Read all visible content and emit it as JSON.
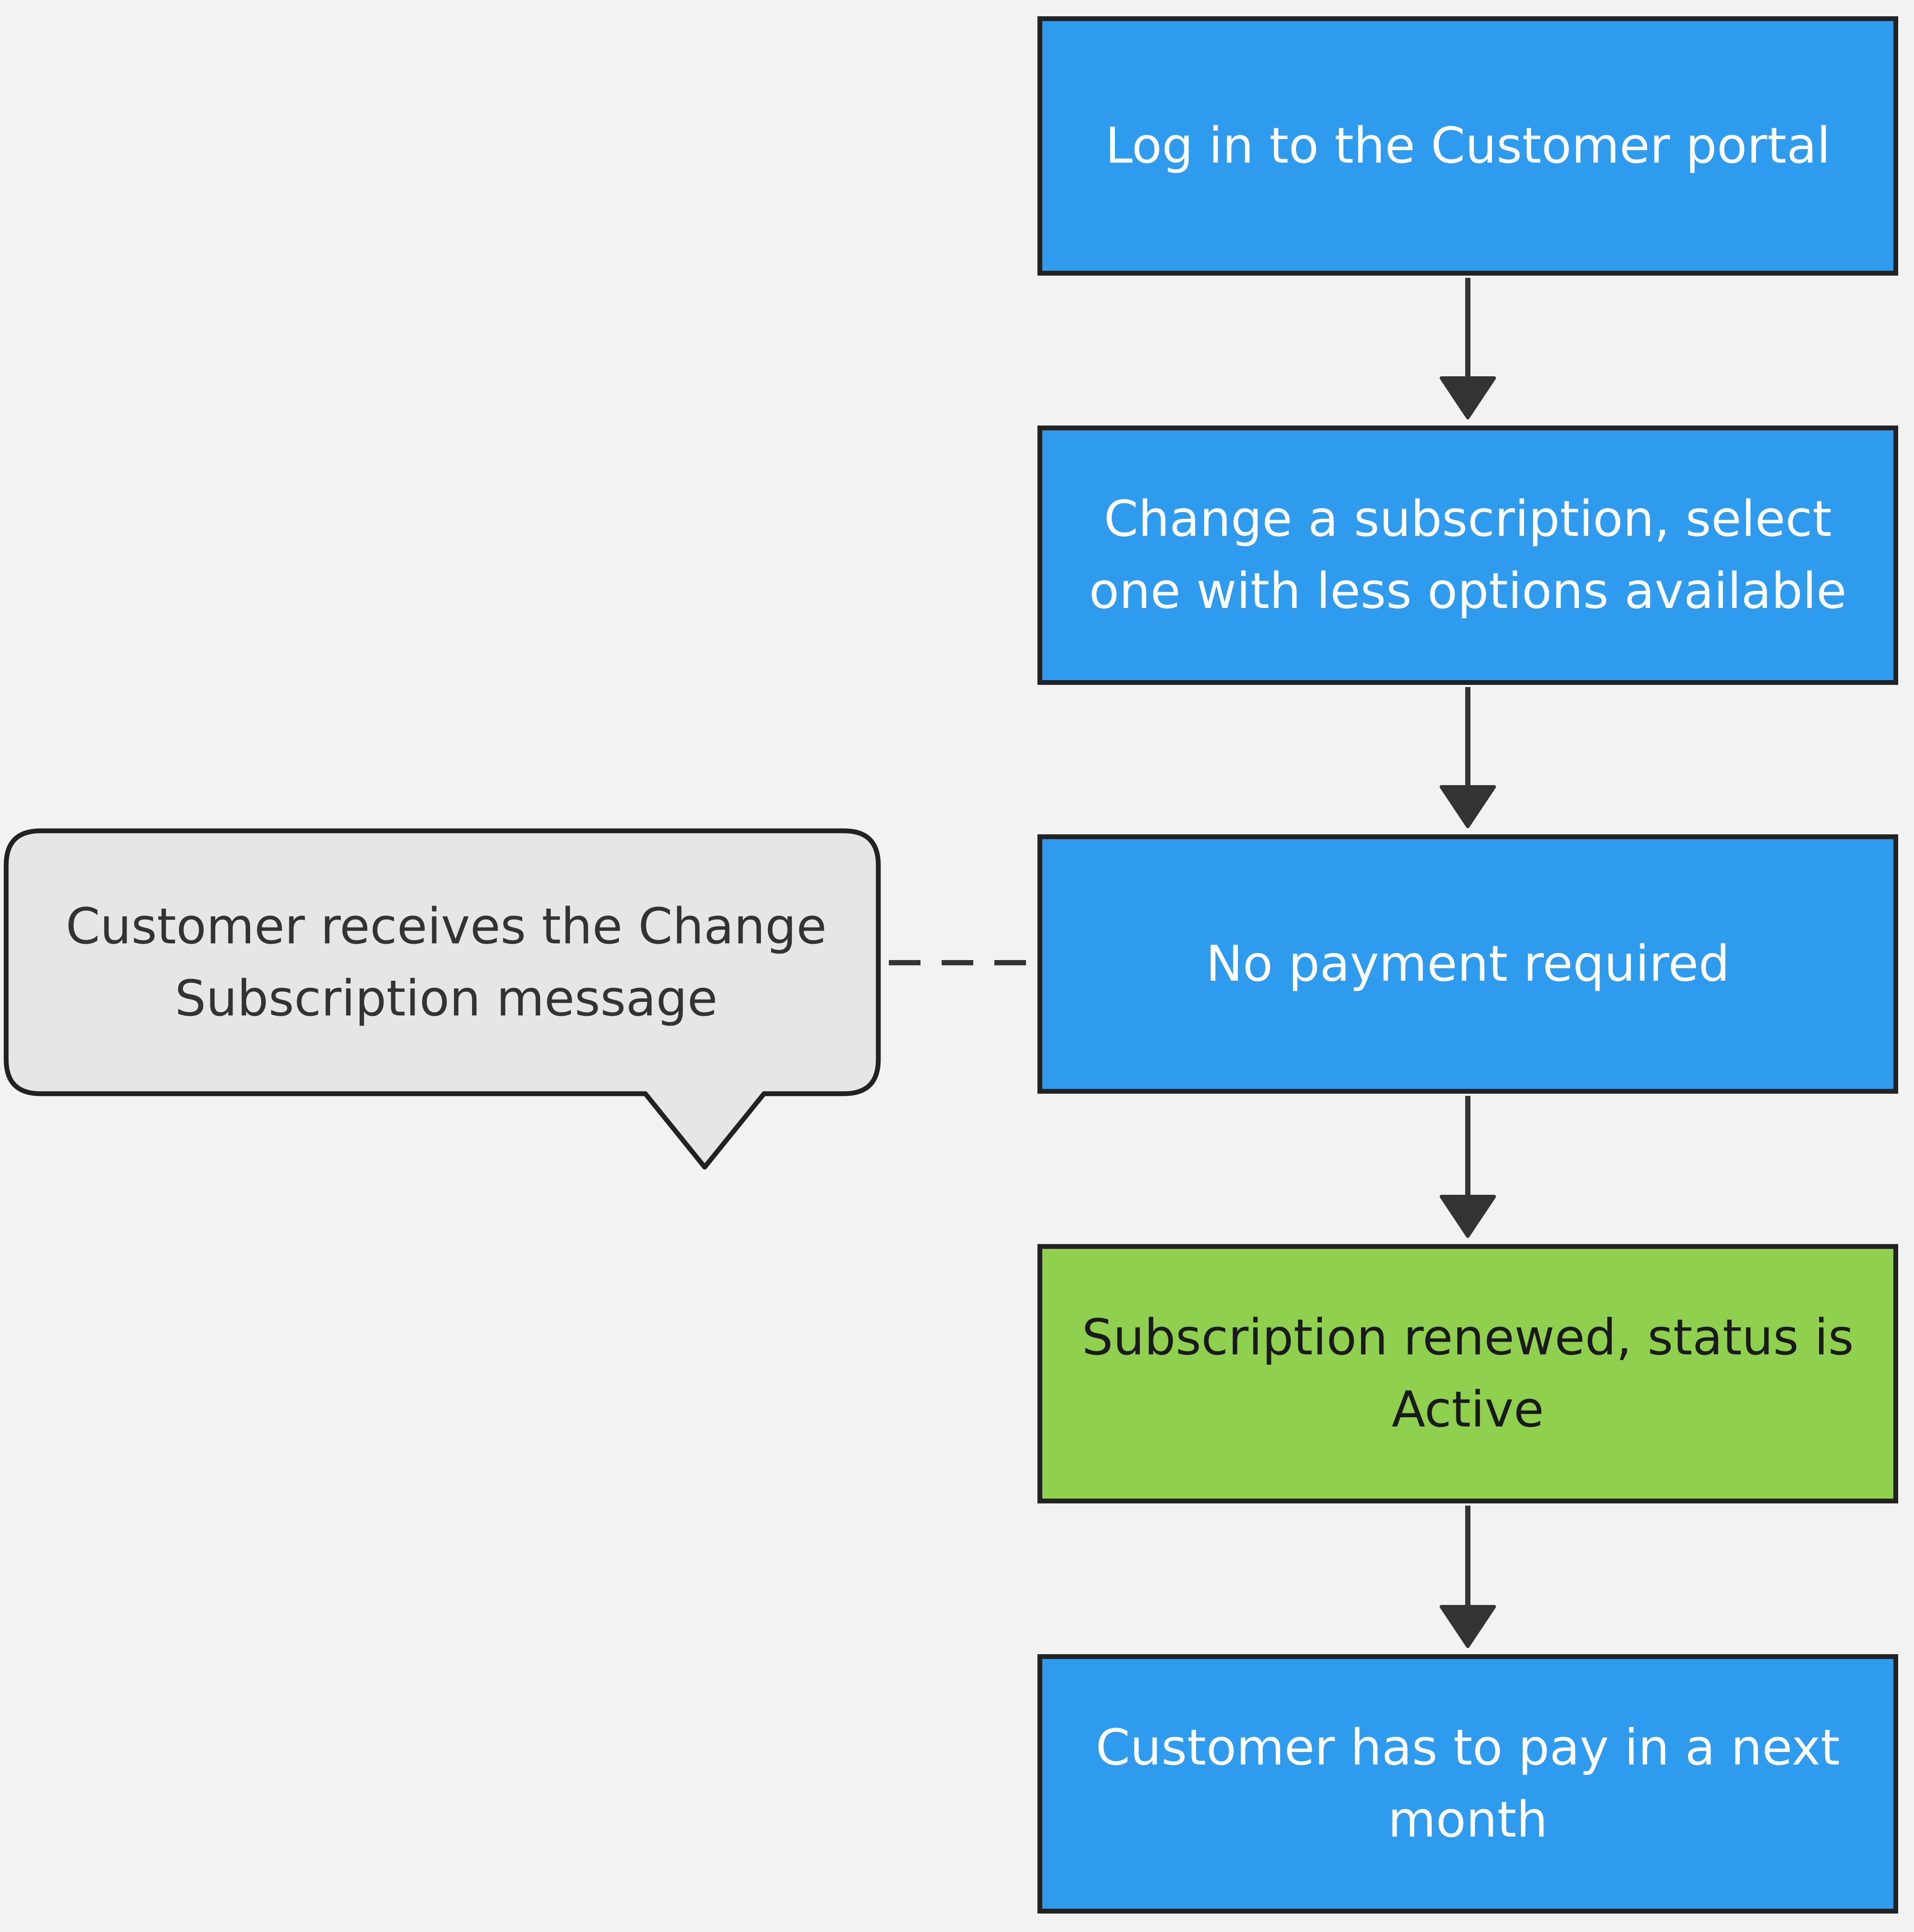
{
  "diagram": {
    "colors": {
      "background": "#f2f2f2",
      "process_fill": "#2e9bef",
      "process_text": "#ffffff",
      "success_fill": "#8fd04e",
      "success_text": "#1a1a1a",
      "callout_fill": "#e6e6e6",
      "callout_text": "#333333",
      "stroke": "#222222",
      "arrow": "#333333"
    },
    "nodes": [
      {
        "id": "n1",
        "text": "Log in to the Customer portal",
        "kind": "process"
      },
      {
        "id": "n2",
        "text": "Change a subscription, select one with less options available",
        "kind": "process"
      },
      {
        "id": "n3",
        "text": "No payment required",
        "kind": "process"
      },
      {
        "id": "n4",
        "text": "Subscription renewed, status is Active",
        "kind": "success"
      },
      {
        "id": "n5",
        "text": "Customer has to pay in a next month",
        "kind": "process"
      }
    ],
    "callout": {
      "text": "Customer receives the Change Subscription message",
      "attached_to": "n3"
    },
    "edges": [
      {
        "from": "n1",
        "to": "n2",
        "style": "solid-arrow"
      },
      {
        "from": "n2",
        "to": "n3",
        "style": "solid-arrow"
      },
      {
        "from": "n3",
        "to": "n4",
        "style": "solid-arrow"
      },
      {
        "from": "n4",
        "to": "n5",
        "style": "solid-arrow"
      },
      {
        "from": "callout",
        "to": "n3",
        "style": "dashed"
      }
    ]
  }
}
